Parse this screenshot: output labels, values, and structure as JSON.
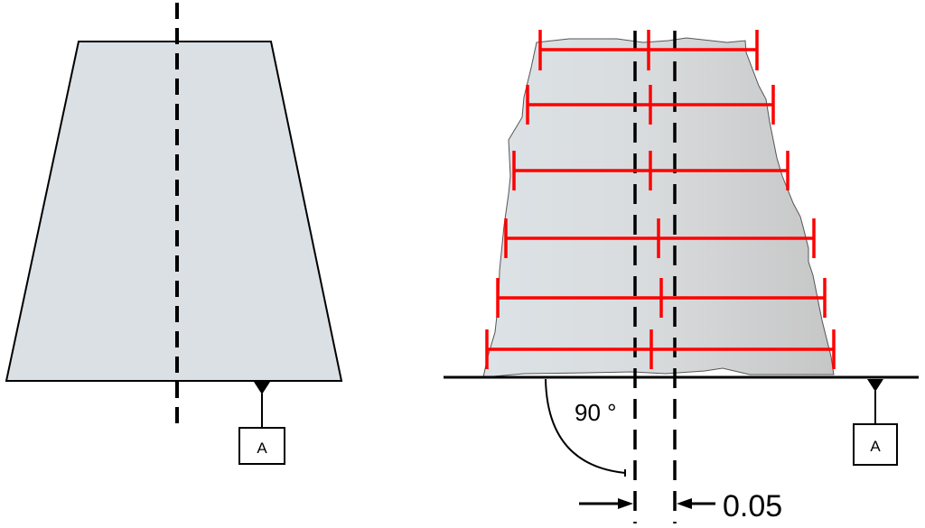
{
  "diagram": {
    "type": "gdt-perpendicularity-illustration",
    "left_view": {
      "datum_label": "A",
      "description": "Ideal tapered part with axis and datum A"
    },
    "right_view": {
      "datum_label": "A",
      "angle_label": "90 °",
      "tolerance_label": "0.05",
      "description": "Actual part with measured cross-sections, derived median points, and 0.05 tolerance zone perpendicular to datum A"
    },
    "colors": {
      "part_fill": "#dae0e4",
      "part_fill_dark": "#c8c8c8",
      "outline": "#000000",
      "measure_lines": "#ff0000"
    }
  }
}
